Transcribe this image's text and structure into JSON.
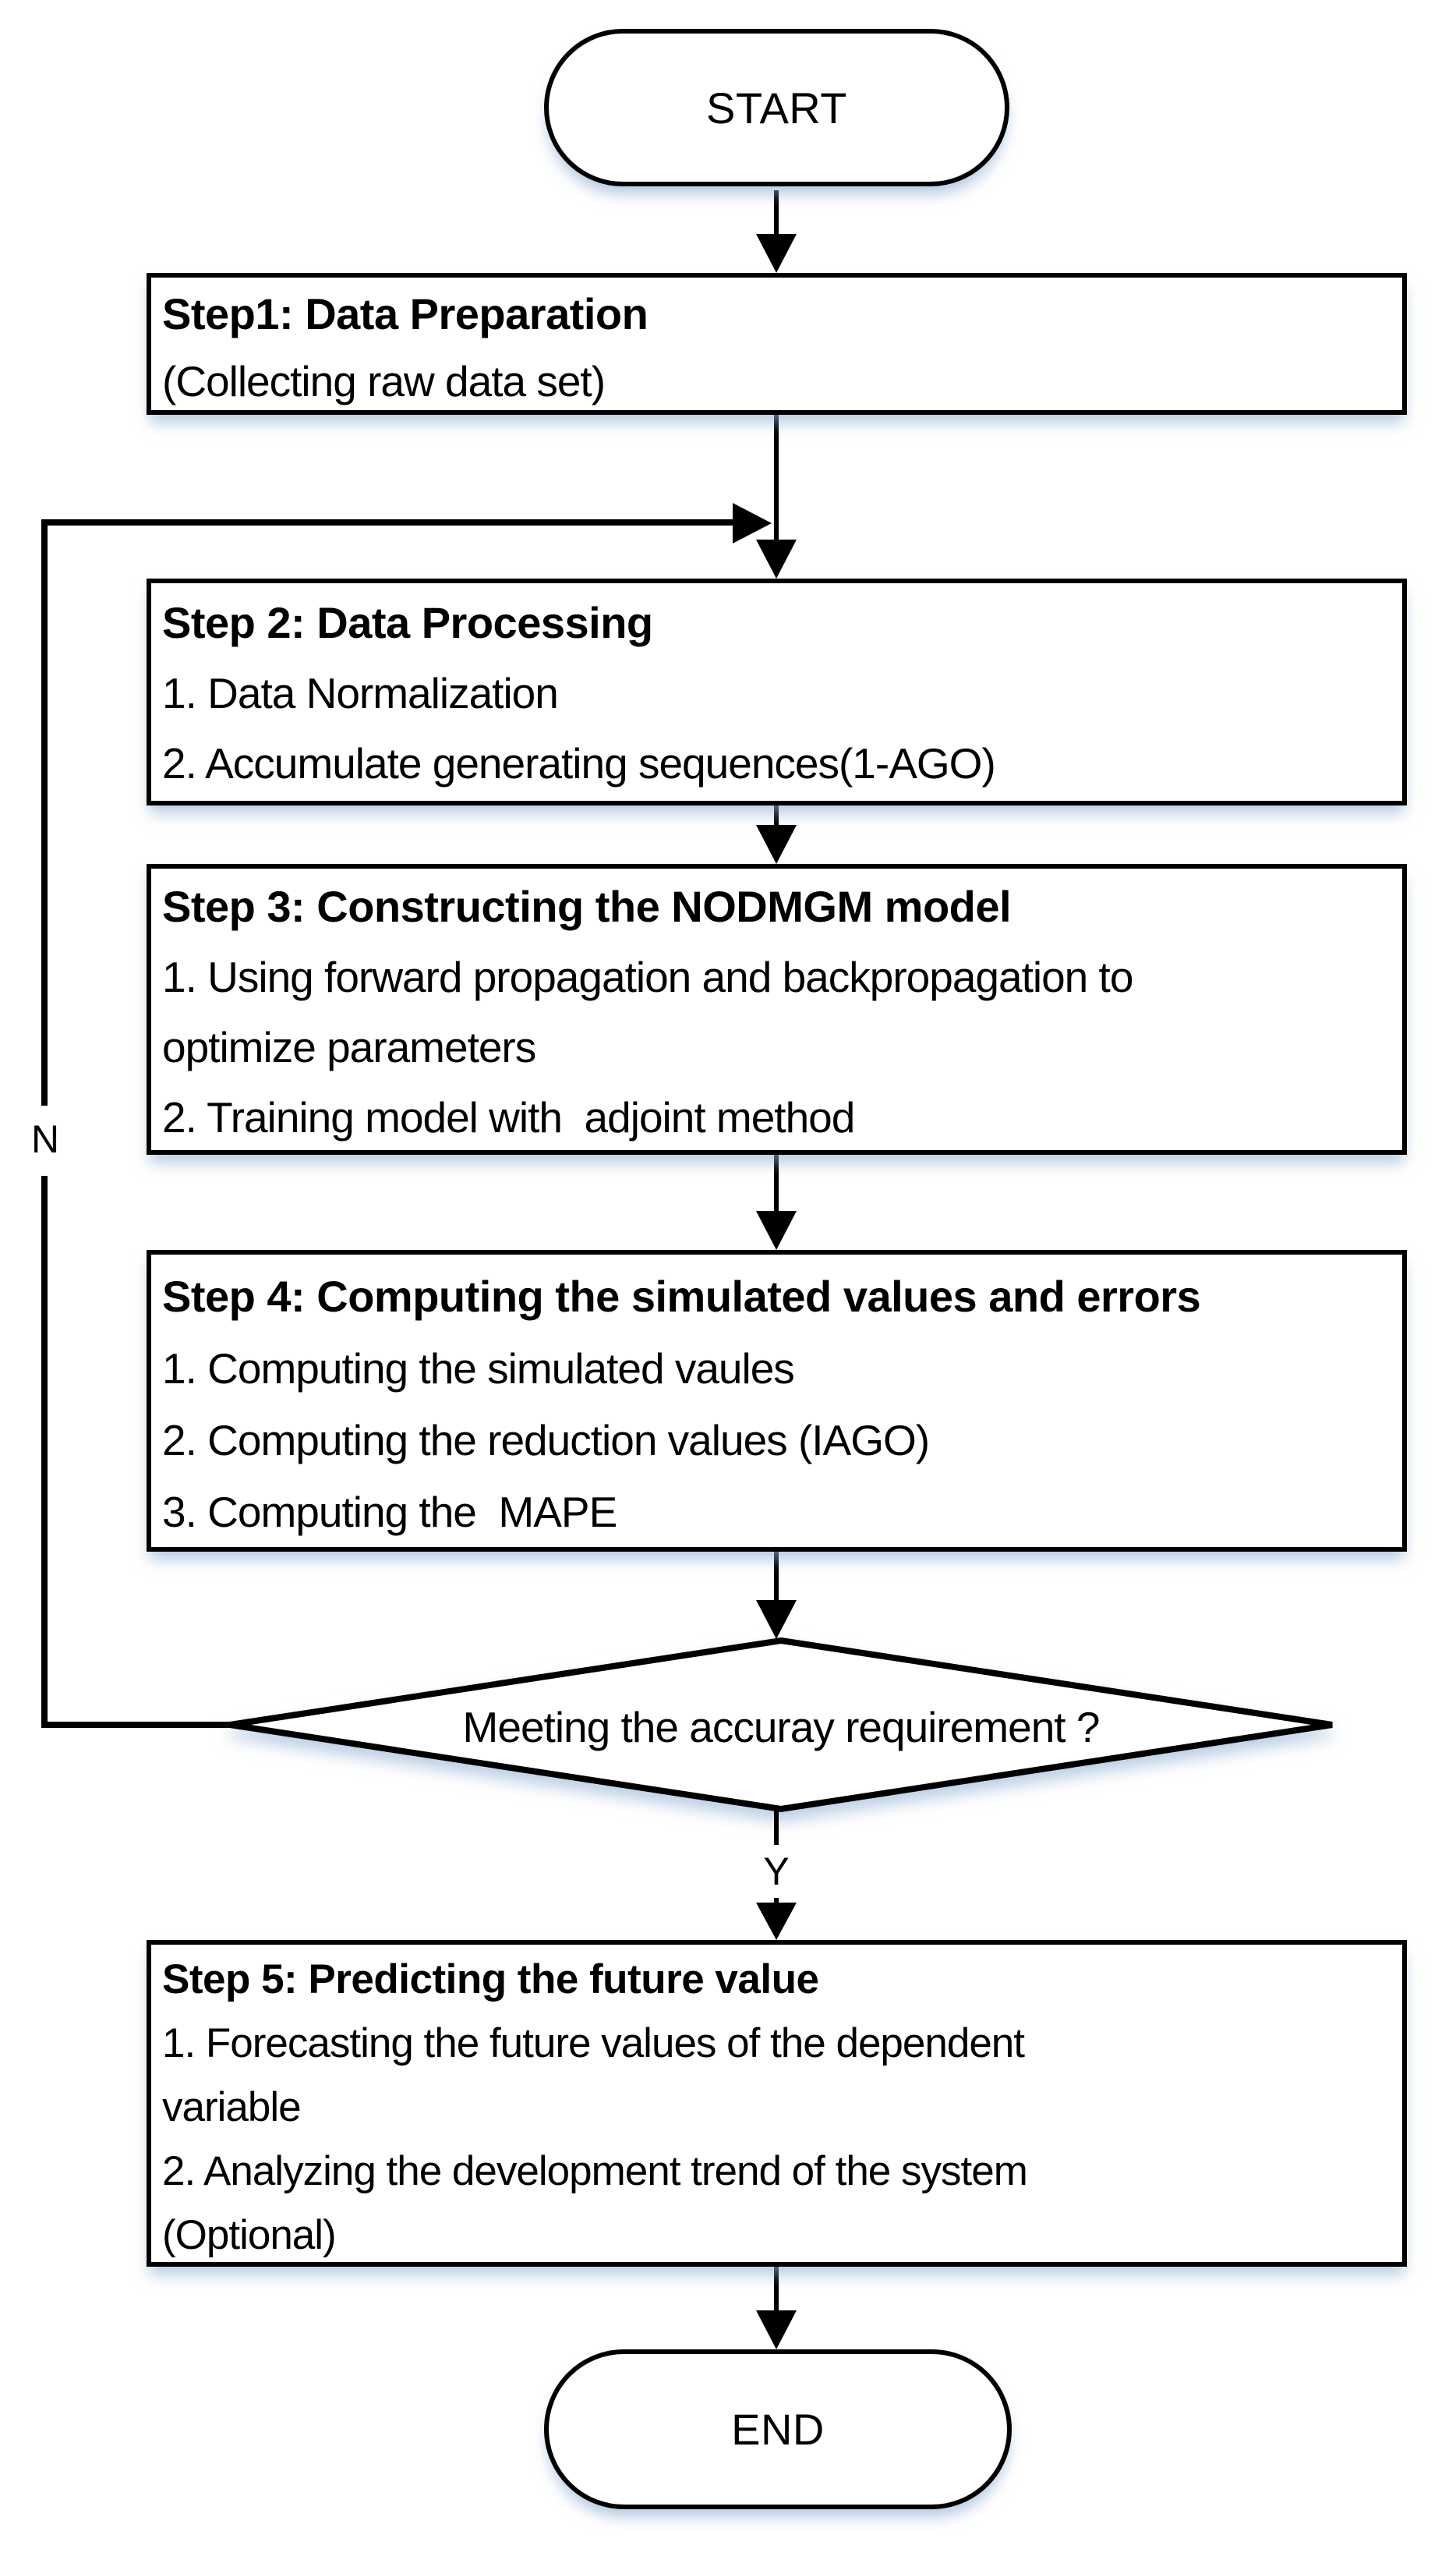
{
  "flowchart": {
    "start_label": "START",
    "end_label": "END",
    "steps": [
      {
        "title": "Step1: Data Preparation",
        "lines": [
          "(Collecting raw data set)"
        ]
      },
      {
        "title": "Step 2: Data Processing",
        "lines": [
          "1. Data Normalization",
          "2. Accumulate generating sequences(1-AGO)"
        ]
      },
      {
        "title": "Step 3: Constructing the NODMGM model",
        "lines": [
          "1. Using forward propagation and backpropagation to",
          "optimize parameters",
          "2. Training model with  adjoint method"
        ]
      },
      {
        "title": "Step 4: Computing the simulated values and errors",
        "lines": [
          "1. Computing the simulated vaules",
          "2. Computing the reduction values (IAGO)",
          "3. Computing the  MAPE"
        ]
      },
      {
        "title": "Step 5: Predicting the future value",
        "lines": [
          "1. Forecasting the future values of the dependent",
          "variable",
          "2. Analyzing the development trend of the system",
          "(Optional)"
        ]
      }
    ],
    "decision": {
      "label": "Meeting the accuray requirement ?",
      "yes_label": "Y",
      "no_label": "N"
    },
    "colors": {
      "stroke": "#000000",
      "fill": "#ffffff",
      "shadow": "#b6cbe6"
    }
  }
}
